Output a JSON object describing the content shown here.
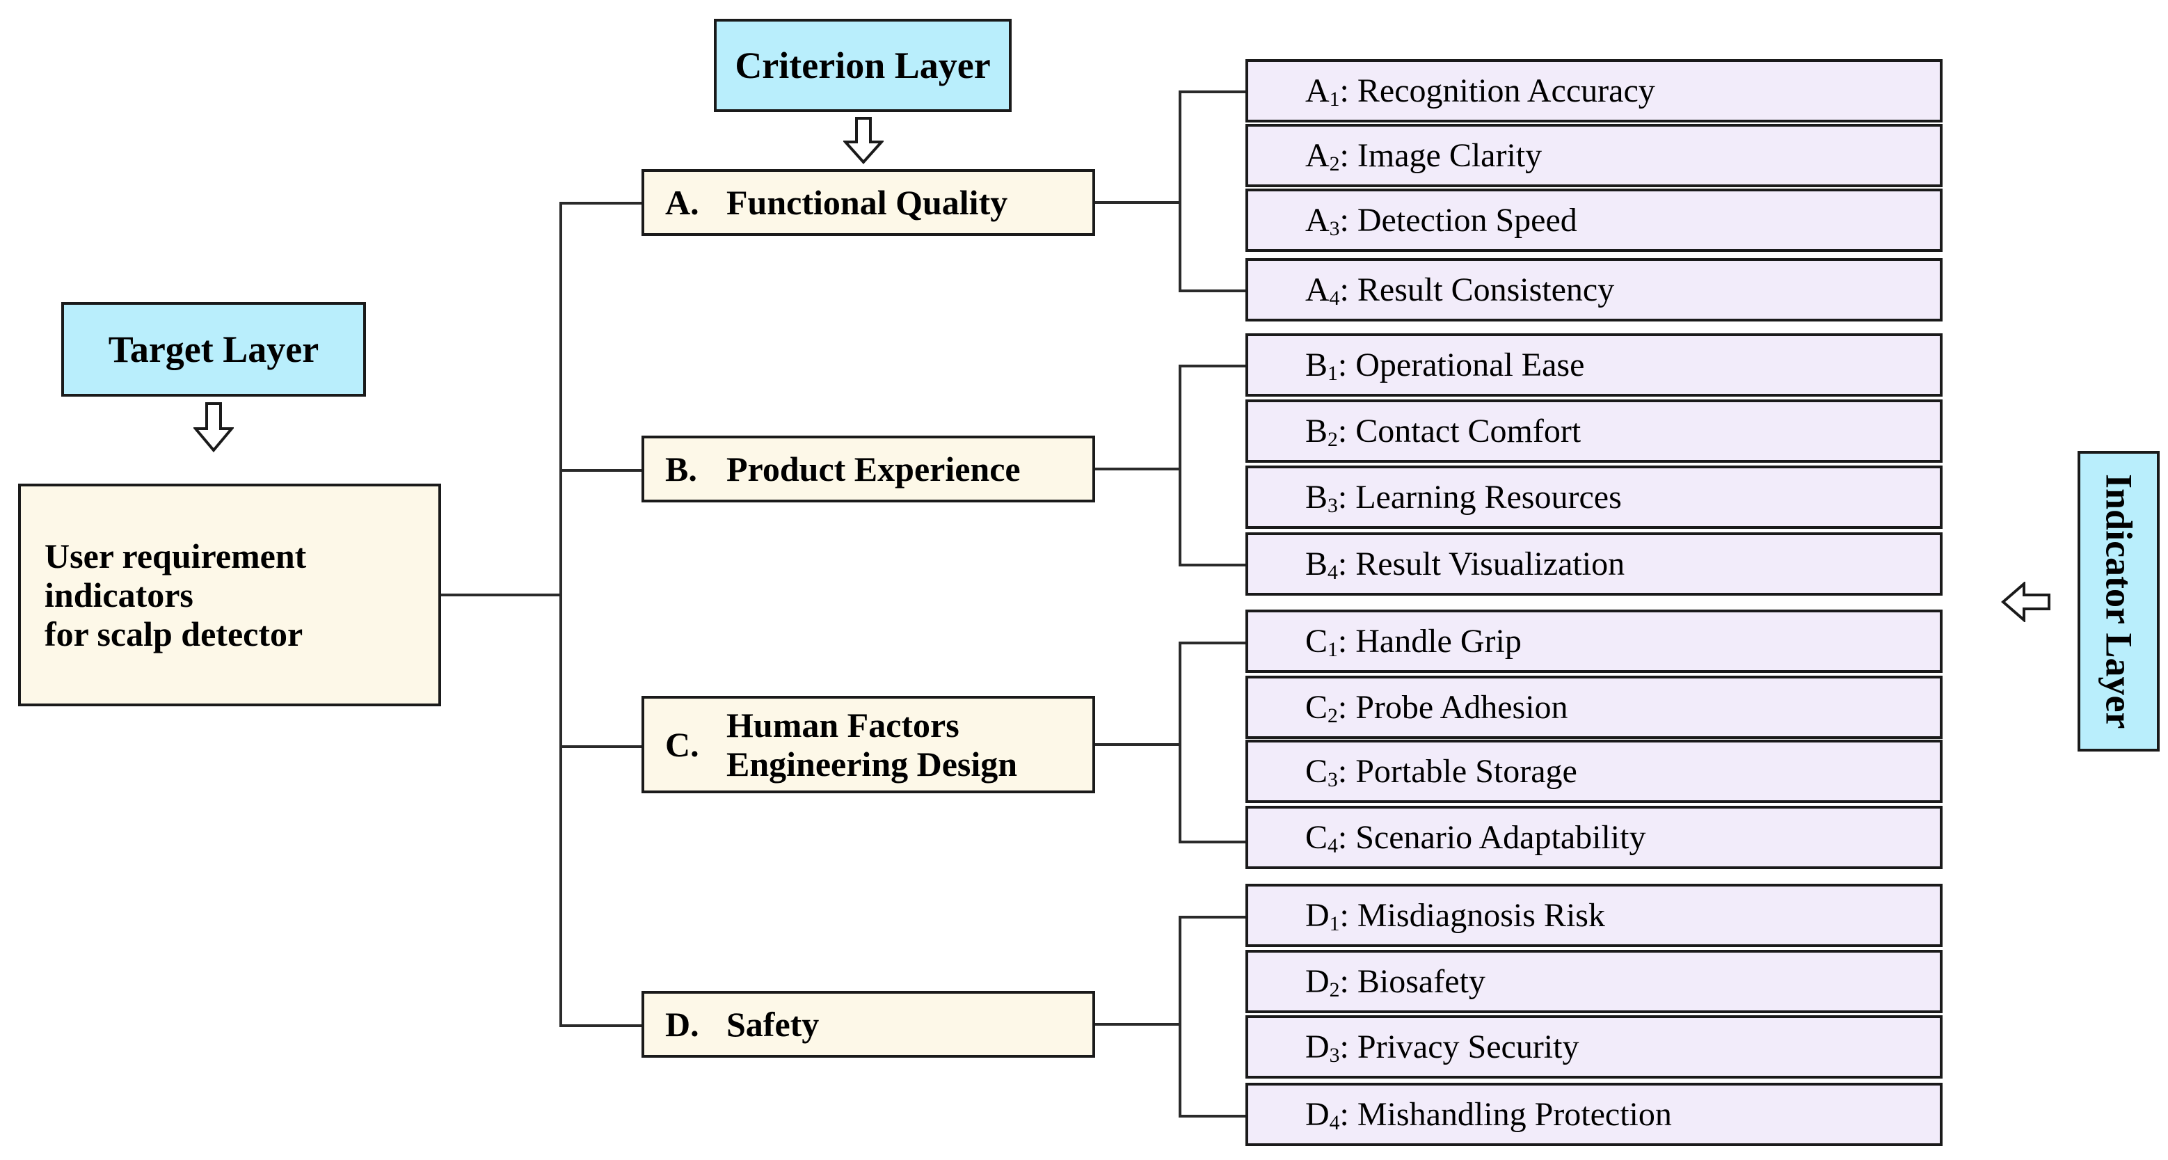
{
  "diagram": {
    "title": "User requirement indicators hierarchy for scalp detector",
    "type": "hierarchy-tree",
    "colors": {
      "layer_label_fill": "#b9eefc",
      "criterion_fill": "#fdf8e8",
      "indicator_fill": "#f2ecfa",
      "border": "#1a1a1a",
      "line": "#2a2a2a",
      "background": "#ffffff"
    }
  },
  "layer_labels": {
    "criterion": "Criterion Layer",
    "target": "Target Layer",
    "indicator": "Indicator Layer"
  },
  "target": {
    "text": "User requirement\nindicators\nfor scalp detector"
  },
  "criteria": [
    {
      "id": "A",
      "label": "A.",
      "name": "Functional Quality"
    },
    {
      "id": "B",
      "label": "B.",
      "name": "Product Experience"
    },
    {
      "id": "C",
      "label": "C.",
      "name": "Human Factors\nEngineering Design"
    },
    {
      "id": "D",
      "label": "D.",
      "name": "Safety"
    }
  ],
  "indicators": [
    {
      "code": "A",
      "sub": "1",
      "name": "Recognition Accuracy"
    },
    {
      "code": "A",
      "sub": "2",
      "name": "Image Clarity"
    },
    {
      "code": "A",
      "sub": "3",
      "name": "Detection Speed"
    },
    {
      "code": "A",
      "sub": "4",
      "name": "Result Consistency"
    },
    {
      "code": "B",
      "sub": "1",
      "name": "Operational Ease"
    },
    {
      "code": "B",
      "sub": "2",
      "name": "Contact Comfort"
    },
    {
      "code": "B",
      "sub": "3",
      "name": "Learning Resources"
    },
    {
      "code": "B",
      "sub": "4",
      "name": "Result Visualization"
    },
    {
      "code": "C",
      "sub": "1",
      "name": "Handle Grip"
    },
    {
      "code": "C",
      "sub": "2",
      "name": "Probe Adhesion"
    },
    {
      "code": "C",
      "sub": "3",
      "name": "Portable Storage"
    },
    {
      "code": "C",
      "sub": "4",
      "name": "Scenario Adaptability"
    },
    {
      "code": "D",
      "sub": "1",
      "name": "Misdiagnosis Risk"
    },
    {
      "code": "D",
      "sub": "2",
      "name": "Biosafety"
    },
    {
      "code": "D",
      "sub": "3",
      "name": "Privacy Security"
    },
    {
      "code": "D",
      "sub": "4",
      "name": "Mishandling Protection"
    }
  ],
  "icons": {
    "arrow_target": "arrow-down-icon",
    "arrow_criterion": "arrow-down-icon",
    "arrow_indicator": "arrow-left-icon"
  }
}
